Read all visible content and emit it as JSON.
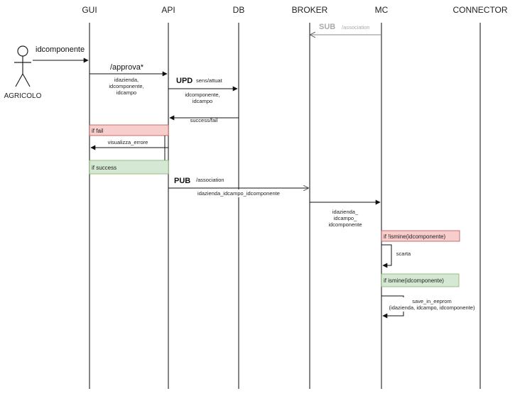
{
  "participants": {
    "gui": "GUI",
    "api": "API",
    "db": "DB",
    "broker": "BROKER",
    "mc": "MC",
    "connector": "CONNECTOR"
  },
  "actor": {
    "name": "AGRICOLO",
    "message": "idcomponente"
  },
  "messages": {
    "sub_title": "SUB",
    "sub_topic": "/association",
    "approva": "/approva*",
    "approva_params": [
      "idazienda,",
      "idcomponente,",
      "idcampo"
    ],
    "upd_title": "UPD",
    "upd_topic": "sens/attuat",
    "upd_params": [
      "idcomponente,",
      "idcampo"
    ],
    "success_fail": "success/fail",
    "visualizza_errore": "visualizza_errore",
    "pub_title": "PUB",
    "pub_topic": "/association",
    "pub_payload": "idazienda_idcampo_idcomponente",
    "broker_payload": [
      "idazienda_",
      "idcampo_",
      "idcomponente"
    ],
    "scarta": "scarta",
    "save_line1": "save_in_eeprom",
    "save_line2": "(idazienda, idcampo, idcomponente)"
  },
  "notes": {
    "if_fail": "if fail",
    "if_success": "if success",
    "if_not_mine": "if !ismine(idcomponente)",
    "if_mine": "if ismine(idcomponente)"
  },
  "colors": {
    "fail_fill": "#f8cecc",
    "success_fill": "#d5e8d4"
  }
}
